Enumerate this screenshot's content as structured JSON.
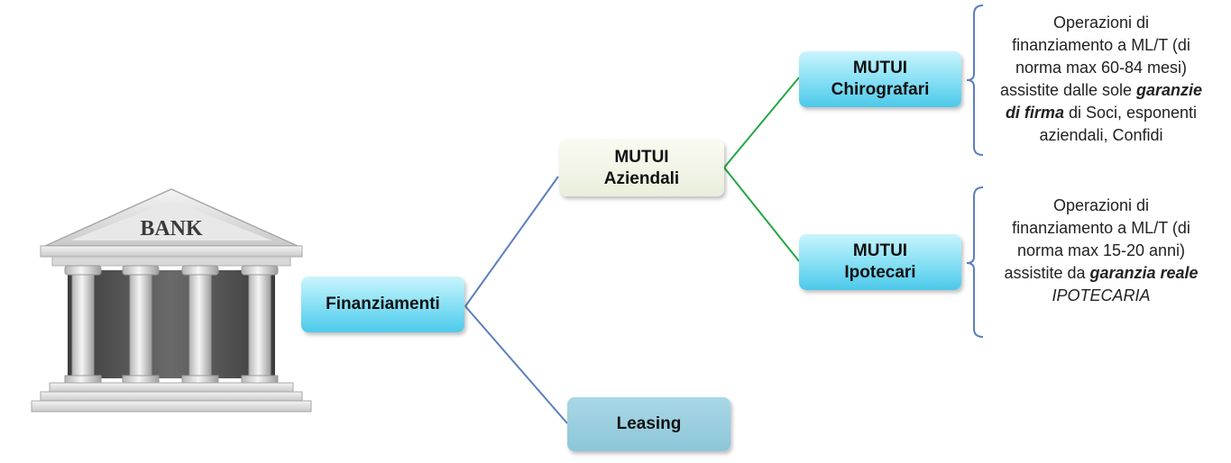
{
  "bank_sign": "BANK",
  "nodes": {
    "finanziamenti": "Finanziamenti",
    "aziendali_line1": "MUTUI",
    "aziendali_line2": "Aziendali",
    "leasing": "Leasing",
    "chirografari_line1": "MUTUI",
    "chirografari_line2": "Chirografari",
    "ipotecari_line1": "MUTUI",
    "ipotecari_line2": "Ipotecari"
  },
  "descriptions": {
    "chirografari": {
      "l1": "Operazioni di",
      "l2": "finanziamento a ML/T (di",
      "l3": "norma max 60-84 mesi)",
      "l4_pre": "assistite dalle sole ",
      "l4_em": "garanzie",
      "l5_em": "di firma",
      "l5_post": " di Soci, esponenti",
      "l6": "aziendali, Confidi"
    },
    "ipotecari": {
      "l1": "Operazioni di",
      "l2": "finanziamento a ML/T (di",
      "l3": "norma max 15-20 anni)",
      "l4_pre": "assistite da ",
      "l4_em": "garanzia reale",
      "l5": "IPOTECARIA"
    }
  },
  "colors": {
    "blue_line": "#5b7fbf",
    "green_line": "#22a845",
    "bracket": "#5b7fbf"
  }
}
